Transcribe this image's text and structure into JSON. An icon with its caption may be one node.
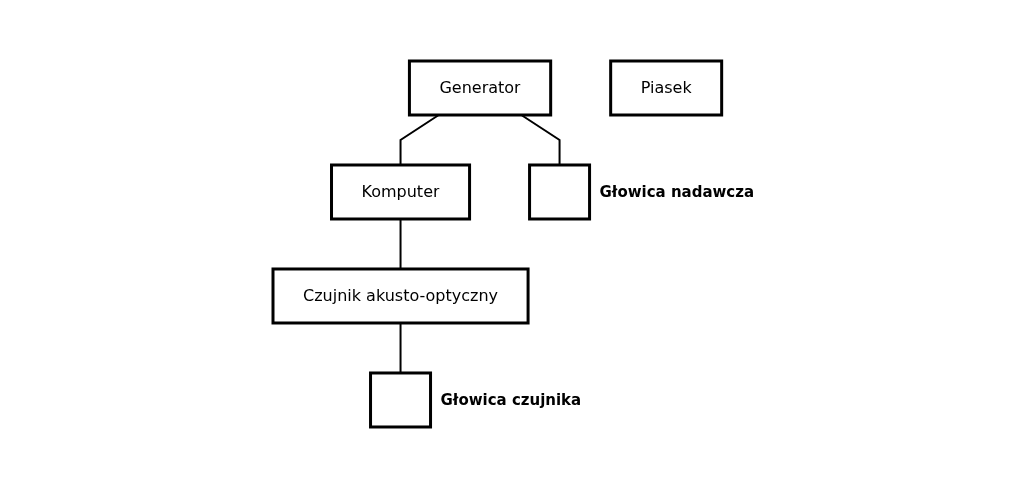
{
  "diagram": {
    "nodes": [
      {
        "text": [
          "Generator"
        ]
      },
      {
        "text": [
          "Komputer"
        ]
      },
      {
        "text": [
          "Czujnik akusto-optyczny"
        ]
      },
      {
        "text": [],
        "shape": "bar",
        "beside": [
          "Głowica nadawcza"
        ]
      },
      {
        "text": [],
        "shape": "bar",
        "beside": [
          "Głowica czujnika"
        ]
      },
      {
        "text": [
          "Piasek"
        ]
      }
    ],
    "edges": [
      {
        "from": 0,
        "to": 1,
        "arrow": "none"
      },
      {
        "from": 1,
        "to": 2,
        "arrow": "none"
      },
      {
        "from": 0,
        "to": 3,
        "arrow": "none"
      },
      {
        "from": 2,
        "to": 4,
        "arrow": "none"
      }
    ]
  }
}
